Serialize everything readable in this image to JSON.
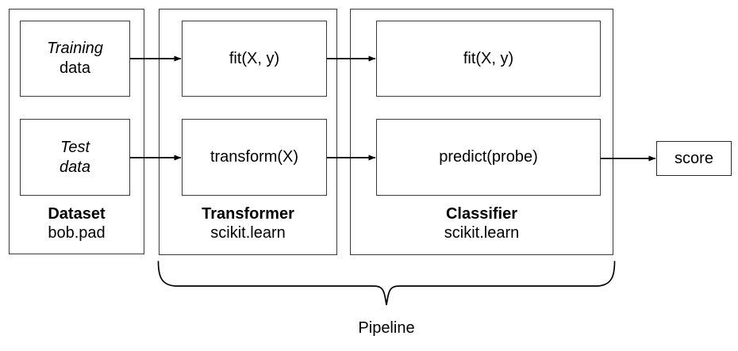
{
  "diagram": {
    "title": "Pipeline",
    "colors": {
      "stroke": "#3a3a3a",
      "arrow": "#000000",
      "background": "#ffffff",
      "text": "#000000"
    },
    "groups": [
      {
        "id": "dataset",
        "caption_title": "Dataset",
        "caption_sub": "bob.pad",
        "boxes": [
          {
            "id": "training-data",
            "line1": "Training",
            "line2": "data",
            "line1_italic": true,
            "line2_italic": false
          },
          {
            "id": "test-data",
            "line1": "Test",
            "line2": "data",
            "line1_italic": true,
            "line2_italic": true
          }
        ]
      },
      {
        "id": "transformer",
        "caption_title": "Transformer",
        "caption_sub": "scikit.learn",
        "boxes": [
          {
            "id": "transformer-fit",
            "line1": "fit(X, y)",
            "line2": "",
            "line1_italic": false,
            "line2_italic": false
          },
          {
            "id": "transformer-transform",
            "line1": "transform(X)",
            "line2": "",
            "line1_italic": false,
            "line2_italic": false
          }
        ]
      },
      {
        "id": "classifier",
        "caption_title": "Classifier",
        "caption_sub": "scikit.learn",
        "boxes": [
          {
            "id": "classifier-fit",
            "line1": "fit(X, y)",
            "line2": "",
            "line1_italic": false,
            "line2_italic": false
          },
          {
            "id": "classifier-predict",
            "line1": "predict(probe)",
            "line2": "",
            "line1_italic": false,
            "line2_italic": false
          }
        ]
      }
    ],
    "output": {
      "id": "score",
      "label": "score"
    },
    "brace_label": "Pipeline"
  },
  "chart_data": {
    "type": "diagram",
    "title": "Pipeline",
    "nodes": [
      {
        "id": "training-data",
        "label": "Training data",
        "group": "Dataset"
      },
      {
        "id": "test-data",
        "label": "Test data",
        "group": "Dataset"
      },
      {
        "id": "transformer-fit",
        "label": "fit(X, y)",
        "group": "Transformer"
      },
      {
        "id": "transformer-transform",
        "label": "transform(X)",
        "group": "Transformer"
      },
      {
        "id": "classifier-fit",
        "label": "fit(X, y)",
        "group": "Classifier"
      },
      {
        "id": "classifier-predict",
        "label": "predict(probe)",
        "group": "Classifier"
      },
      {
        "id": "score",
        "label": "score",
        "group": ""
      }
    ],
    "edges": [
      {
        "from": "training-data",
        "to": "transformer-fit"
      },
      {
        "from": "test-data",
        "to": "transformer-transform"
      },
      {
        "from": "transformer-fit",
        "to": "classifier-fit"
      },
      {
        "from": "transformer-transform",
        "to": "classifier-predict"
      },
      {
        "from": "classifier-predict",
        "to": "score"
      }
    ],
    "annotations": [
      {
        "text": "Pipeline",
        "covers": [
          "Transformer",
          "Classifier"
        ]
      }
    ]
  }
}
